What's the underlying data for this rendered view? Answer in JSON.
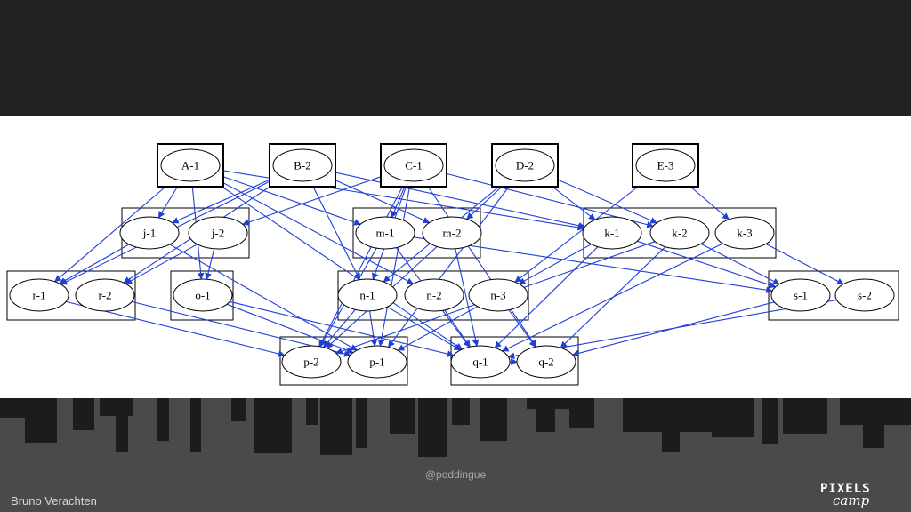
{
  "slide": {
    "author": "Bruno Verachten",
    "handle": "@poddingue",
    "logo_top": "PIXELS",
    "logo_bottom": "camp"
  },
  "diagram": {
    "nodes": [
      {
        "id": "A-1",
        "label": "A-1"
      },
      {
        "id": "B-2",
        "label": "B-2"
      },
      {
        "id": "C-1",
        "label": "C-1"
      },
      {
        "id": "D-2",
        "label": "D-2"
      },
      {
        "id": "E-3",
        "label": "E-3"
      },
      {
        "id": "j-1",
        "label": "j-1"
      },
      {
        "id": "j-2",
        "label": "j-2"
      },
      {
        "id": "m-1",
        "label": "m-1"
      },
      {
        "id": "m-2",
        "label": "m-2"
      },
      {
        "id": "k-1",
        "label": "k-1"
      },
      {
        "id": "k-2",
        "label": "k-2"
      },
      {
        "id": "k-3",
        "label": "k-3"
      },
      {
        "id": "r-1",
        "label": "r-1"
      },
      {
        "id": "r-2",
        "label": "r-2"
      },
      {
        "id": "o-1",
        "label": "o-1"
      },
      {
        "id": "n-1",
        "label": "n-1"
      },
      {
        "id": "n-2",
        "label": "n-2"
      },
      {
        "id": "n-3",
        "label": "n-3"
      },
      {
        "id": "s-1",
        "label": "s-1"
      },
      {
        "id": "s-2",
        "label": "s-2"
      },
      {
        "id": "p-2",
        "label": "p-2"
      },
      {
        "id": "p-1",
        "label": "p-1"
      },
      {
        "id": "q-1",
        "label": "q-1"
      },
      {
        "id": "q-2",
        "label": "q-2"
      }
    ],
    "edges": [
      [
        "A-1",
        "j-1"
      ],
      [
        "A-1",
        "r-1"
      ],
      [
        "A-1",
        "o-1"
      ],
      [
        "A-1",
        "m-1"
      ],
      [
        "A-1",
        "n-2"
      ],
      [
        "A-1",
        "k-1"
      ],
      [
        "A-1",
        "q-1"
      ],
      [
        "B-2",
        "j-1"
      ],
      [
        "B-2",
        "r-2"
      ],
      [
        "B-2",
        "m-2"
      ],
      [
        "B-2",
        "k-1"
      ],
      [
        "B-2",
        "n-1"
      ],
      [
        "B-2",
        "r-1"
      ],
      [
        "C-1",
        "j-2"
      ],
      [
        "C-1",
        "m-1"
      ],
      [
        "C-1",
        "n-1"
      ],
      [
        "C-1",
        "k-2"
      ],
      [
        "C-1",
        "p-2"
      ],
      [
        "C-1",
        "p-1"
      ],
      [
        "C-1",
        "q-2"
      ],
      [
        "D-2",
        "n-1"
      ],
      [
        "D-2",
        "k-2"
      ],
      [
        "D-2",
        "k-1"
      ],
      [
        "D-2",
        "p-1"
      ],
      [
        "D-2",
        "m-2"
      ],
      [
        "E-3",
        "k-3"
      ],
      [
        "E-3",
        "n-3"
      ],
      [
        "j-1",
        "r-1"
      ],
      [
        "j-1",
        "p-1"
      ],
      [
        "j-2",
        "r-2"
      ],
      [
        "j-2",
        "o-1"
      ],
      [
        "m-1",
        "p-2"
      ],
      [
        "m-1",
        "q-1"
      ],
      [
        "m-1",
        "s-1"
      ],
      [
        "m-2",
        "p-2"
      ],
      [
        "m-2",
        "q-1"
      ],
      [
        "k-1",
        "n-3"
      ],
      [
        "k-1",
        "q-1"
      ],
      [
        "k-1",
        "s-1"
      ],
      [
        "k-2",
        "q-2"
      ],
      [
        "k-2",
        "p-2"
      ],
      [
        "k-2",
        "s-1"
      ],
      [
        "k-3",
        "s-2"
      ],
      [
        "k-3",
        "q-1"
      ],
      [
        "r-1",
        "p-2"
      ],
      [
        "r-2",
        "p-1"
      ],
      [
        "o-1",
        "p-1"
      ],
      [
        "o-1",
        "q-1"
      ],
      [
        "n-1",
        "p-2"
      ],
      [
        "n-1",
        "p-1"
      ],
      [
        "n-1",
        "q-1"
      ],
      [
        "n-2",
        "q-1"
      ],
      [
        "n-3",
        "q-2"
      ],
      [
        "n-3",
        "p-1"
      ],
      [
        "s-1",
        "q-2"
      ],
      [
        "s-2",
        "q-1"
      ],
      [
        "q-1",
        "q-2"
      ]
    ],
    "colors": {
      "edge": "#1f3fd6",
      "node_stroke": "#000000",
      "cluster_stroke": "#000000"
    }
  }
}
